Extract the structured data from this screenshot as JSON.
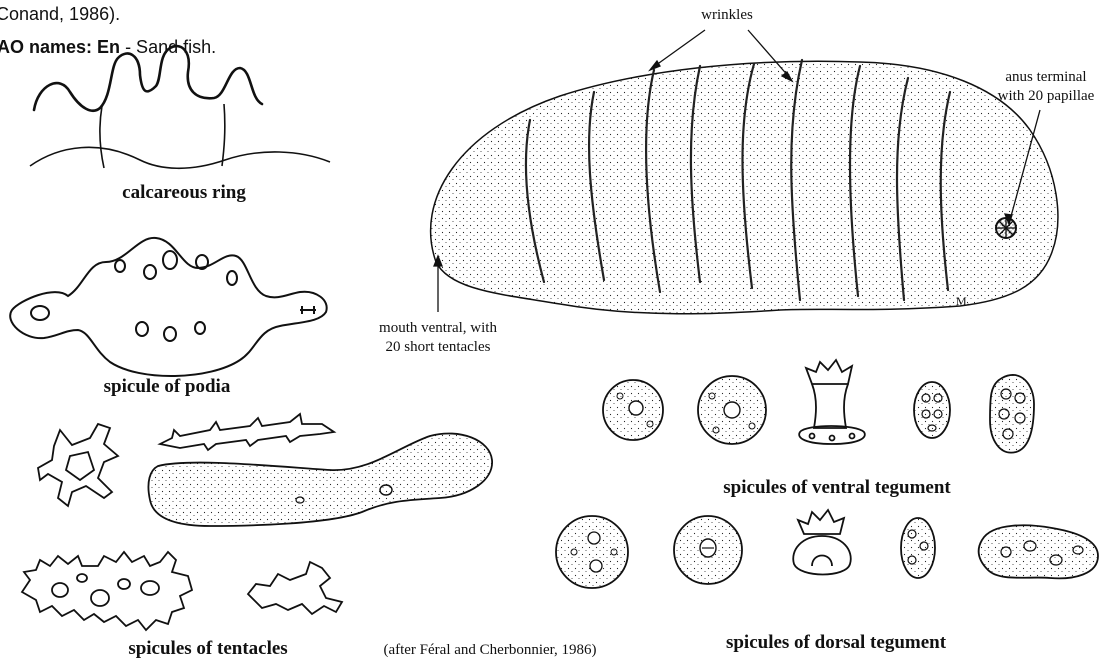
{
  "header": {
    "citation_fragment": "Conand, 1986).",
    "fao_prefix": "AO names:",
    "fao_lang": "En",
    "fao_value": " - Sand fish."
  },
  "labels": {
    "wrinkles": "wrinkles",
    "anus_line1": "anus terminal",
    "anus_line2": "with 20 papillae",
    "mouth_line1": "mouth ventral, with",
    "mouth_line2": "20 short tentacles",
    "artist_mark": "M."
  },
  "captions": {
    "calcareous_ring": "calcareous ring",
    "spicule_podia": "spicule of podia",
    "spicules_tentacles": "spicules of tentacles",
    "spicules_ventral": "spicules of ventral tegument",
    "spicules_dorsal": "spicules of dorsal tegument",
    "credit": "(after Féral and Cherbonnier, 1986)"
  }
}
